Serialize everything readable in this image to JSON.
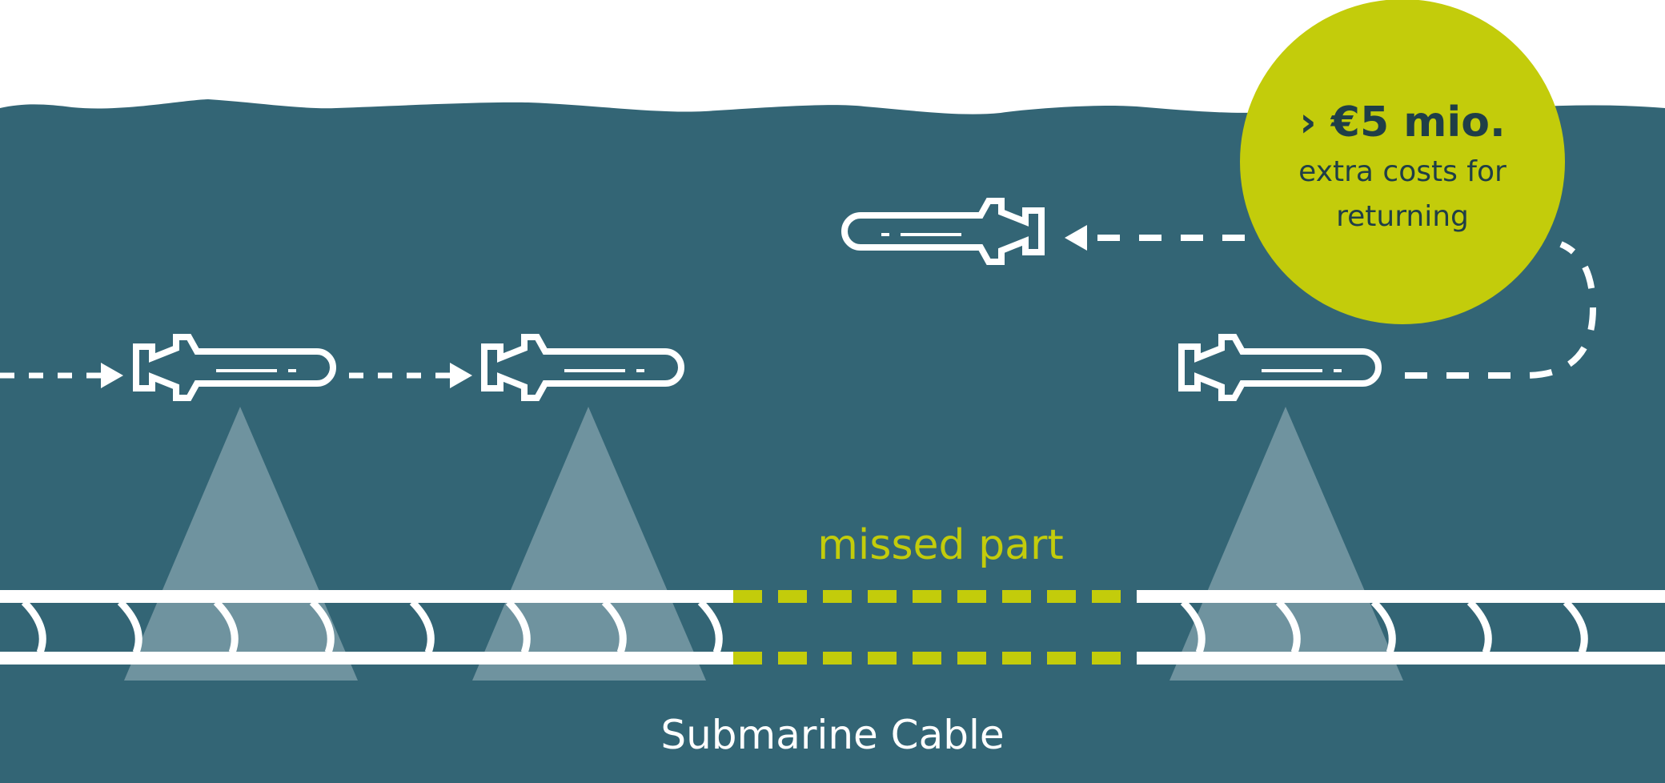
{
  "labels": {
    "missed_part": "missed part",
    "cable": "Submarine Cable"
  },
  "cost_badge": {
    "amount": "› €5 mio.",
    "line1": "extra costs for",
    "line2": "returning"
  },
  "colors": {
    "sky": "#ffffff",
    "sea": "#336575",
    "beam": "#6f939f",
    "accent": "#c3cc0b",
    "outline": "#ffffff",
    "badge_text": "#1f3e47"
  },
  "icons": [
    "auv-icon",
    "scan-beam",
    "dashed-path-arrow",
    "cable-segment"
  ]
}
